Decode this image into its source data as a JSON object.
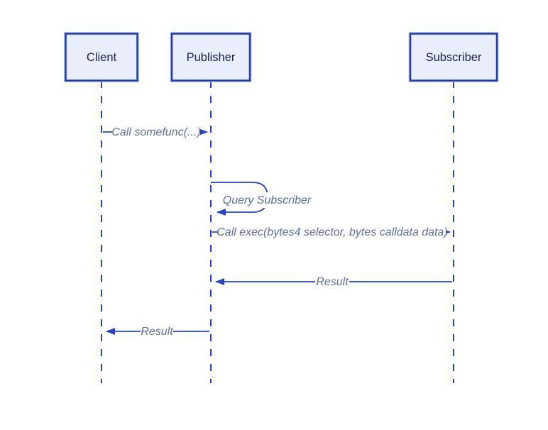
{
  "diagram": {
    "type": "sequence-diagram",
    "background": "#ffffff",
    "colors": {
      "line": "#2444c9",
      "actor_border": "#1b39b2",
      "actor_halo": "#bcc7f0",
      "actor_fill": "#eaeefc",
      "actor_text": "#16234d",
      "message_text": "#5d6f9e"
    },
    "actors": [
      {
        "id": "client",
        "label": "Client"
      },
      {
        "id": "publisher",
        "label": "Publisher"
      },
      {
        "id": "subscriber",
        "label": "Subscriber"
      }
    ],
    "messages": [
      {
        "from": "Client",
        "to": "Publisher",
        "label": "Call somefunc(...)",
        "arrow": "solid-filled"
      },
      {
        "from": "Publisher",
        "to": "Publisher",
        "label": "Query Subscriber",
        "arrow": "self-loop"
      },
      {
        "from": "Publisher",
        "to": "Subscriber",
        "label": "Call exec(bytes4 selector, bytes calldata data)",
        "arrow": "solid-filled"
      },
      {
        "from": "Subscriber",
        "to": "Publisher",
        "label": "Result",
        "arrow": "solid-filled"
      },
      {
        "from": "Publisher",
        "to": "Client",
        "label": "Result",
        "arrow": "solid-filled"
      }
    ]
  }
}
